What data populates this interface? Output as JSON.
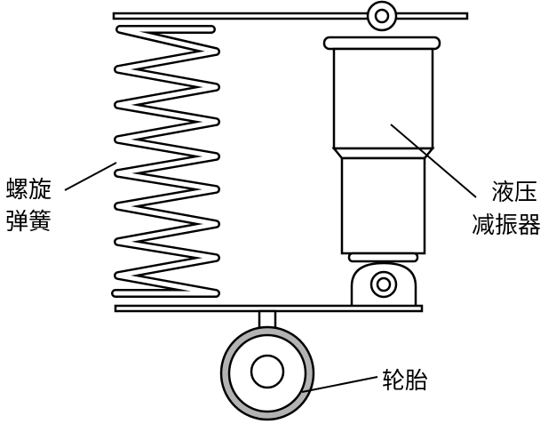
{
  "labels": {
    "spring": {
      "line1": "螺旋",
      "line2": "弹簧"
    },
    "damper": {
      "line1": "液压",
      "line2": "减振器"
    },
    "tire": "轮胎"
  },
  "colors": {
    "stroke": "#000000",
    "tire_tread": "#b3b3b3",
    "background": "#ffffff"
  }
}
